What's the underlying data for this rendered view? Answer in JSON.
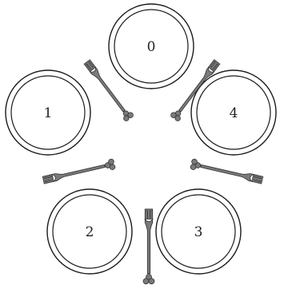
{
  "plates": [
    {
      "label": "0"
    },
    {
      "label": "1"
    },
    {
      "label": "2"
    },
    {
      "label": "3"
    },
    {
      "label": "4"
    }
  ],
  "colors": {
    "background": "#ffffff",
    "plate_stroke": "#1a1a1a",
    "fork_fill": "#7a7a7a",
    "fork_stroke": "#333333"
  },
  "icons": {
    "plate": "plate-icon",
    "fork": "fork-icon"
  }
}
